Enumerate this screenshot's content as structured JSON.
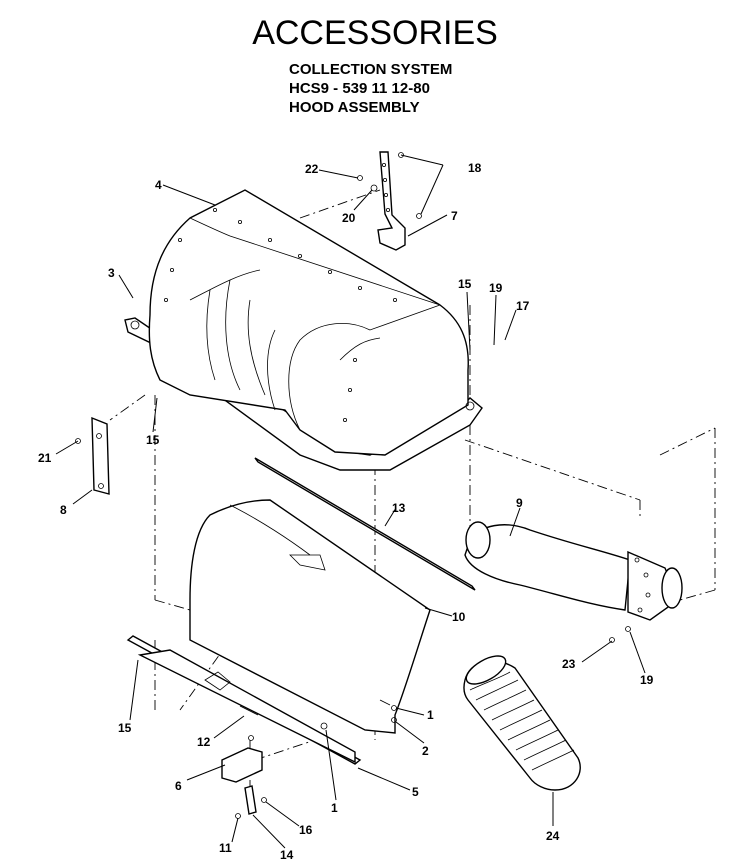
{
  "header": {
    "title": "ACCESSORIES",
    "line1": "COLLECTION SYSTEM",
    "line2": "HCS9 - 539 11 12-80",
    "line3": "HOOD ASSEMBLY"
  },
  "callouts": {
    "c1a": "1",
    "c1b": "1",
    "c2": "2",
    "c3": "3",
    "c4": "4",
    "c5": "5",
    "c6": "6",
    "c7": "7",
    "c8": "8",
    "c9": "9",
    "c10": "10",
    "c11": "11",
    "c12": "12",
    "c13": "13",
    "c14": "14",
    "c15a": "15",
    "c15b": "15",
    "c15c": "15",
    "c16": "16",
    "c17": "17",
    "c18": "18",
    "c19a": "19",
    "c19b": "19",
    "c20": "20",
    "c21": "21",
    "c22": "22",
    "c23": "23",
    "c24": "24"
  }
}
